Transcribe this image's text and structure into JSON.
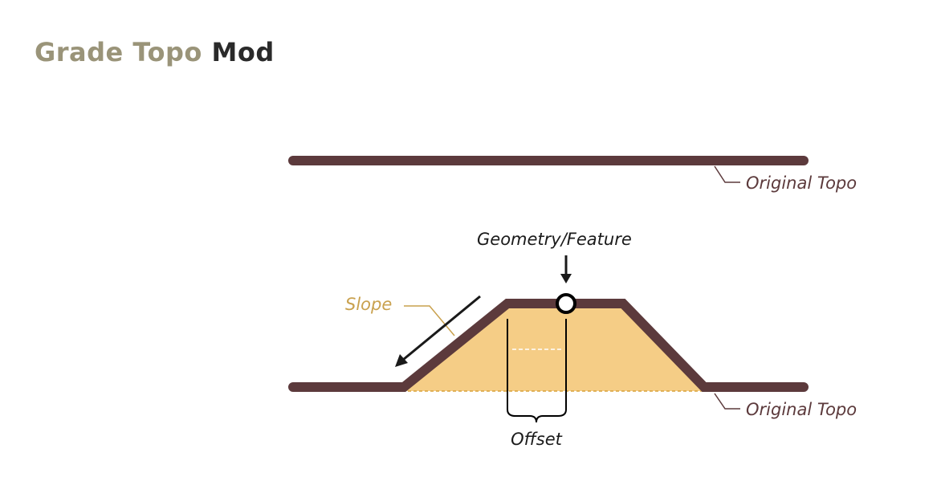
{
  "title": {
    "part1": "Grade Topo",
    "part2": "Mod"
  },
  "labels": {
    "original_topo_top": "Original Topo",
    "original_topo_bottom": "Original Topo",
    "geometry_feature": "Geometry/Feature",
    "slope": "Slope",
    "offset": "Offset"
  },
  "colors": {
    "topo_line": "#5c3a3c",
    "fill": "#f5cd86",
    "slope_label": "#c9a14e",
    "title_light": "#9a9479",
    "title_dark": "#2a2a2a",
    "label_dark": "#5c3a3c",
    "arrow": "#1a1a1a"
  }
}
